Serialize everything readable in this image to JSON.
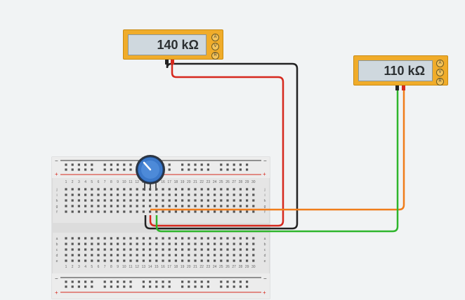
{
  "meters": [
    {
      "reading": "140 kΩ",
      "modes": [
        "A",
        "V",
        "R"
      ]
    },
    {
      "reading": "110 kΩ",
      "modes": [
        "A",
        "V",
        "R"
      ]
    }
  ],
  "breadboard": {
    "row_letters_top": [
      "j",
      "i",
      "h",
      "g",
      "f"
    ],
    "row_letters_bottom": [
      "e",
      "d",
      "c",
      "b",
      "a"
    ],
    "columns": [
      "1",
      "2",
      "3",
      "4",
      "5",
      "6",
      "7",
      "8",
      "9",
      "10",
      "11",
      "12",
      "13",
      "14",
      "15",
      "16",
      "17",
      "18",
      "19",
      "20",
      "21",
      "22",
      "23",
      "24",
      "25",
      "26",
      "27",
      "28",
      "29",
      "30"
    ],
    "rail_plus": "+",
    "rail_minus": "−"
  },
  "colors": {
    "meter_body": "#f0ac2a",
    "wire_red": "#d6281d",
    "wire_black": "#222222",
    "wire_orange": "#f07d1a",
    "wire_green": "#2fb52c",
    "pot_knob": "#3b78c9",
    "breadboard": "#e6e6e6"
  }
}
